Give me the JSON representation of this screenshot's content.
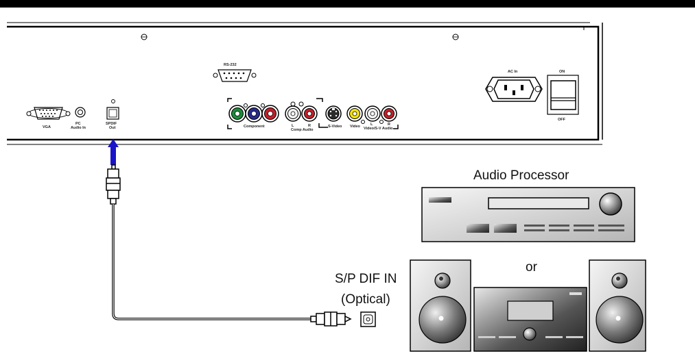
{
  "panel": {
    "rs232": "RS-232",
    "ac_in": "AC In",
    "on": "ON",
    "off": "OFF",
    "vga": "VGA",
    "pc": "PC",
    "audio_in": "Audio In",
    "spdif": "SPDIF",
    "out": "Out",
    "component": "Component",
    "comp_l": "L",
    "comp_r": "R",
    "comp_audio": "Comp Audio",
    "svideo": "S-Video",
    "video": "Video",
    "vs_l": "L",
    "vs_r": "R",
    "vs_audio": "Video/S-V Audio"
  },
  "labels": {
    "audio_processor": "Audio Processor",
    "or": "or",
    "spdif_in": "S/P DIF IN",
    "optical": "(Optical)"
  },
  "colors": {
    "arrow": "#1a14c8",
    "jack_green": "#1f8a3b",
    "jack_blue": "#2a2a8c",
    "jack_red": "#c2202a",
    "jack_white": "#f2f2f2",
    "jack_yellow": "#f5e20a"
  }
}
